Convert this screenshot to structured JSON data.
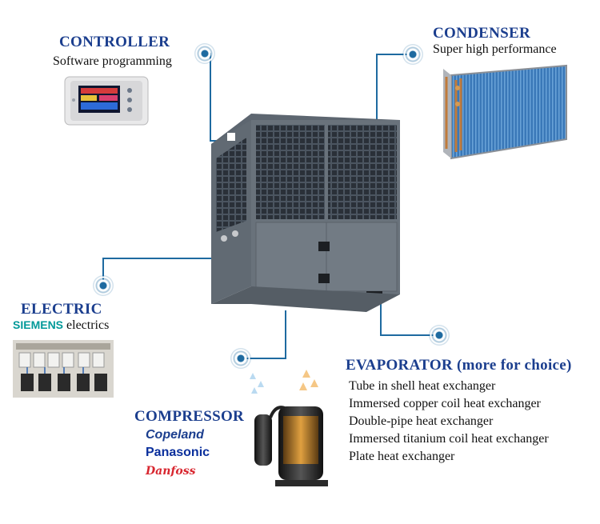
{
  "colors": {
    "accent": "#1b3e8e",
    "line": "#1e6aa0",
    "siemens": "#009999",
    "copeland": "#1b3e8e",
    "panasonic": "#0a2f9c",
    "danfoss": "#d8262f"
  },
  "controller": {
    "title": "CONTROLLER",
    "subtitle": "Software programming"
  },
  "condenser": {
    "title": "CONDENSER",
    "subtitle": "Super high performance"
  },
  "electric": {
    "title": "ELECTRIC",
    "brand": "SIEMENS",
    "subtitle": "electrics"
  },
  "evaporator": {
    "title": "EVAPORATOR (more for choice)",
    "items": [
      "Tube in shell heat exchanger",
      "Immersed copper coil heat exchanger",
      "Double-pipe heat exchanger",
      "Immersed titanium coil heat exchanger",
      "Plate heat exchanger"
    ]
  },
  "compressor": {
    "title": "COMPRESSOR",
    "brands": [
      "Copeland",
      "Panasonic",
      "Danfoss"
    ]
  },
  "icons": [
    "wifi-dot-icon",
    "heat-pump-unit-image",
    "controller-panel-image",
    "condenser-coil-image",
    "electric-cabinet-image",
    "compressor-image"
  ]
}
